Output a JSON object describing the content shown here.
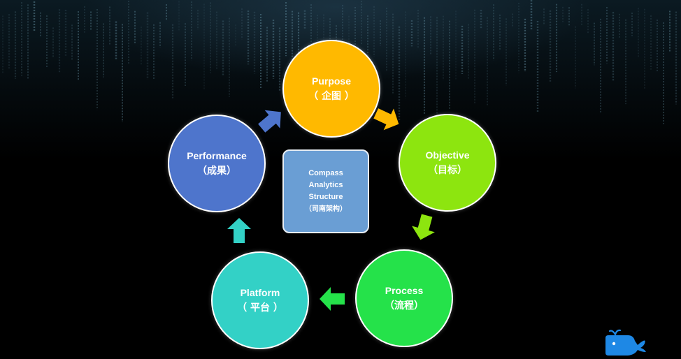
{
  "diagram": {
    "center": {
      "line1": "Compass",
      "line2": "Analytics",
      "line3": "Structure",
      "line4": "（司南架构）"
    },
    "nodes": {
      "purpose": {
        "en": "Purpose",
        "zh": "（ 企图 ）",
        "color": "#ffb900"
      },
      "objective": {
        "en": "Objective",
        "zh": "（目标）",
        "color": "#8de50f"
      },
      "process": {
        "en": "Process",
        "zh": "（流程）",
        "color": "#25e24a"
      },
      "platform": {
        "en": "Platform",
        "zh": "（ 平台 ）",
        "color": "#33d1c6"
      },
      "performance": {
        "en": "Performance",
        "zh": "（成果）",
        "color": "#4e75cc"
      }
    },
    "arrows": [
      {
        "from": "purpose",
        "to": "objective",
        "color": "#ffb900"
      },
      {
        "from": "objective",
        "to": "process",
        "color": "#8de50f"
      },
      {
        "from": "process",
        "to": "platform",
        "color": "#25e24a"
      },
      {
        "from": "platform",
        "to": "performance",
        "color": "#33d1c6"
      },
      {
        "from": "performance",
        "to": "purpose",
        "color": "#4e75cc"
      }
    ]
  },
  "background": {
    "style": "matrix-code",
    "colors": [
      "#000000",
      "#0b1a22"
    ]
  },
  "logo": {
    "icon": "whale-logo-icon",
    "color": "#1e88e5"
  }
}
